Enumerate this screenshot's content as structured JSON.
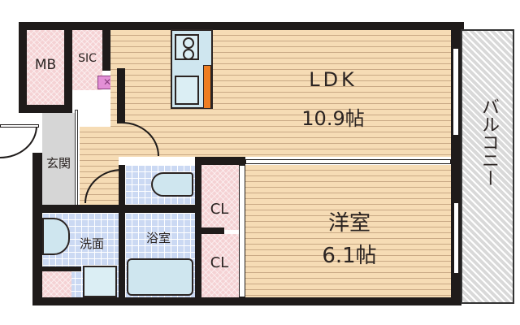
{
  "floorplan": {
    "rooms": {
      "ldk": {
        "name": "LDK",
        "size": "10.9帖"
      },
      "western_room": {
        "name": "洋室",
        "size": "6.1帖"
      },
      "balcony": {
        "name": "バルコニー"
      },
      "entrance": {
        "name": "玄関"
      },
      "washroom": {
        "name": "洗面"
      },
      "bathroom": {
        "name": "浴室"
      },
      "closet_1": {
        "name": "CL"
      },
      "closet_2": {
        "name": "CL"
      },
      "meter_box": {
        "name": "MB"
      },
      "shoe_closet": {
        "name": "SIC"
      }
    },
    "colors": {
      "wall": "#1f1b1a",
      "floor_wood": "#f6dcb5",
      "closet_pink": "#f5d2d4",
      "tile_blue": "#cbd9f3",
      "entrance_gray": "#d6d6d6",
      "fixture_blue": "#cfe6ef",
      "kitchen_orange": "#ee7d22",
      "vent_magenta": "#e38fd6"
    }
  }
}
